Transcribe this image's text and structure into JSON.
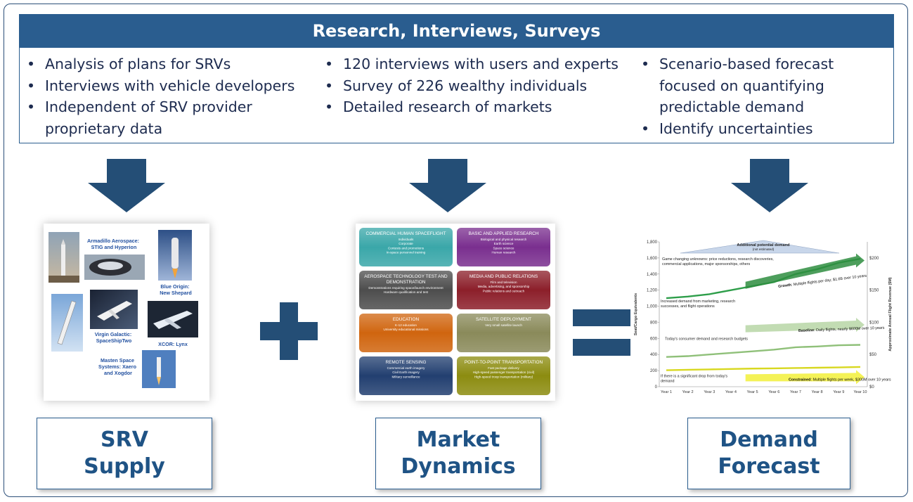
{
  "banner": {
    "title": "Research, Interviews, Surveys"
  },
  "columns": [
    {
      "bullets": [
        "Analysis of plans for SRVs",
        "Interviews with vehicle developers",
        "Independent of SRV provider proprietary data"
      ]
    },
    {
      "bullets": [
        "120 interviews with users and experts",
        "Survey of 226 wealthy individuals",
        "Detailed research of markets"
      ]
    },
    {
      "bullets": [
        "Scenario-based forecast focused on quantifying predictable demand",
        "Identify uncertainties"
      ]
    }
  ],
  "supply": {
    "captions": [
      "Armadillo Aerospace: STIG and Hyperion",
      "Blue Origin: New Shepard",
      "Virgin Galactic: SpaceShipTwo",
      "XCOR: Lynx",
      "Masten Space Systems: Xaero and Xogdor"
    ]
  },
  "markets": [
    {
      "title": "COMMERCIAL HUMAN SPACEFLIGHT",
      "items": [
        "Individuals",
        "Corporate",
        "Contests and promotions",
        "In-space personnel training"
      ],
      "color": "#3aa7a9"
    },
    {
      "title": "BASIC AND APPLIED RESEARCH",
      "items": [
        "Biological and physical research",
        "Earth science",
        "Space science",
        "Human research"
      ],
      "color": "#7a2f8f"
    },
    {
      "title": "AEROSPACE TECHNOLOGY TEST AND DEMONSTRATION",
      "items": [
        "Demonstrations requiring space/launch environment",
        "Hardware qualification and test"
      ],
      "color": "#4d4d4d"
    },
    {
      "title": "MEDIA AND PUBLIC RELATIONS",
      "items": [
        "Film and television",
        "Media, advertising, and sponsorship",
        "Public relations and outreach"
      ],
      "color": "#8c1f2a"
    },
    {
      "title": "EDUCATION",
      "items": [
        "K-12 education",
        "University educational missions"
      ],
      "color": "#d0650f"
    },
    {
      "title": "SATELLITE DEPLOYMENT",
      "items": [
        "Very small satellite launch"
      ],
      "color": "#8a8a5a"
    },
    {
      "title": "REMOTE SENSING",
      "items": [
        "Commercial earth imagery",
        "Civil Earth imagery",
        "Military surveillance"
      ],
      "color": "#223f70"
    },
    {
      "title": "POINT-TO-POINT TRANSPORTATION",
      "items": [
        "Fast package delivery",
        "High-speed passenger transportation (civil)",
        "High-speed troop transportation (military)"
      ],
      "color": "#8c8c10"
    }
  ],
  "chart_data": {
    "type": "line",
    "x": [
      "Year 1",
      "Year 2",
      "Year 3",
      "Year 4",
      "Year 5",
      "Year 6",
      "Year 7",
      "Year 8",
      "Year 9",
      "Year 10"
    ],
    "ylabel": "Seat/Cargo Equivalents",
    "y2label": "Approximate Annual Flight Revenue ($M)",
    "ylim": [
      0,
      1800
    ],
    "yticks": [
      "0",
      "200",
      "400",
      "600",
      "800",
      "1,000",
      "1,200",
      "1,400",
      "1,600",
      "1,800"
    ],
    "y2lim": [
      0,
      225
    ],
    "y2ticks": [
      "$0",
      "$50",
      "$100",
      "$150",
      "$200"
    ],
    "series": [
      {
        "values": [
          1100,
          1120,
          1150,
          1200,
          1250,
          1300,
          1400,
          1460,
          1540,
          1590
        ],
        "color": "#2e9e4a"
      },
      {
        "values": [
          370,
          380,
          400,
          420,
          440,
          460,
          490,
          500,
          515,
          520
        ],
        "color": "#8fc079"
      },
      {
        "values": [
          205,
          210,
          215,
          220,
          225,
          228,
          232,
          236,
          240,
          245
        ],
        "color": "#d8d820"
      }
    ],
    "annotations": {
      "additional_title": "Additional potential demand",
      "additional_sub": "(not estimated)",
      "game_changing": [
        "Game changing unknowns: price reductions, research discoveries,",
        "commercial applications, major sponsorships, others"
      ],
      "growth_label": "Growth",
      "growth_text": ": Multiple flights per day; $1.6B over 10 years",
      "increased": [
        "Increased demand from marketing, research",
        "successes, and flight operations"
      ],
      "todays": "Today's consumer demand and research budgets",
      "baseline_label": "Baseline",
      "baseline_text": ": Daily flights, nearly $600M over 10 years",
      "drop": [
        "If there is a significant drop from today's",
        "demand"
      ],
      "constrained_label": "Constrained",
      "constrained_text": ": Multiple flights per week, $300M over 10 years"
    }
  },
  "labels": {
    "supply": [
      "SRV",
      "Supply"
    ],
    "market": [
      "Market",
      "Dynamics"
    ],
    "demand": [
      "Demand",
      "Forecast"
    ]
  },
  "colors": {
    "primary": "#2a5d8f",
    "arrow": "#244e76",
    "label_text": "#1f5385"
  }
}
